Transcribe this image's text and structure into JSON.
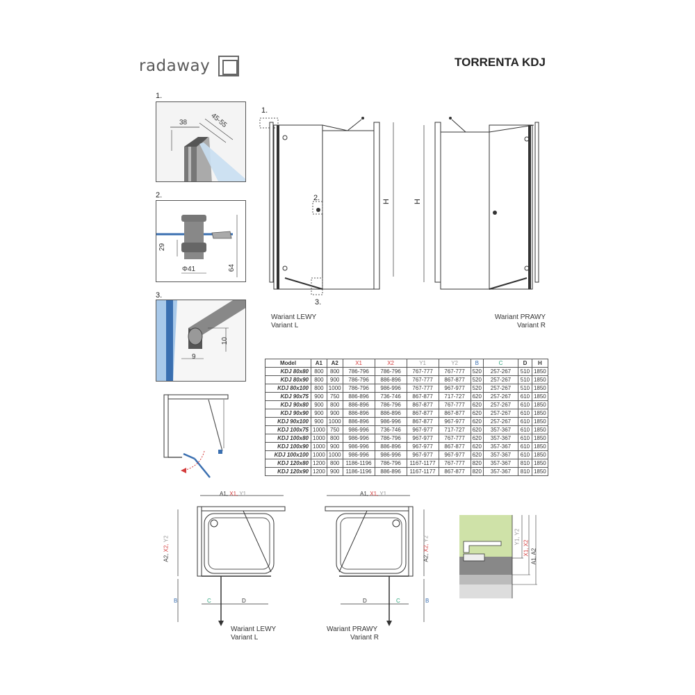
{
  "header": {
    "brand": "radaway",
    "product": "TORRENTA KDJ"
  },
  "details": {
    "d1": {
      "num": "1.",
      "w": "38",
      "w2": "45-55"
    },
    "d2": {
      "num": "2.",
      "h1": "29",
      "dia": "Φ41",
      "h2": "64"
    },
    "d3": {
      "num": "3.",
      "h": "10",
      "w": "9"
    }
  },
  "elevation": {
    "callout1": "1.",
    "callout2": "2.",
    "callout3": "3.",
    "h_left": "H",
    "h_right": "H",
    "left_line1": "Wariant LEWY",
    "left_line2": "Variant L",
    "right_line1": "Wariant PRAWY",
    "right_line2": "Variant R"
  },
  "table": {
    "headers": [
      "Model",
      "A1",
      "A2",
      "X1",
      "X2",
      "Y1",
      "Y2",
      "B",
      "C",
      "D",
      "H"
    ],
    "rows": [
      [
        "KDJ 80x80",
        "800",
        "800",
        "786-796",
        "786-796",
        "767-777",
        "767-777",
        "520",
        "257-267",
        "510",
        "1850"
      ],
      [
        "KDJ 80x90",
        "800",
        "900",
        "786-796",
        "886-896",
        "767-777",
        "867-877",
        "520",
        "257-267",
        "510",
        "1850"
      ],
      [
        "KDJ 80x100",
        "800",
        "1000",
        "786-796",
        "986-996",
        "767-777",
        "967-977",
        "520",
        "257-267",
        "510",
        "1850"
      ],
      [
        "KDJ 90x75",
        "900",
        "750",
        "886-896",
        "736-746",
        "867-877",
        "717-727",
        "620",
        "257-267",
        "610",
        "1850"
      ],
      [
        "KDJ 90x80",
        "900",
        "800",
        "886-896",
        "786-796",
        "867-877",
        "767-777",
        "620",
        "257-267",
        "610",
        "1850"
      ],
      [
        "KDJ 90x90",
        "900",
        "900",
        "886-896",
        "886-896",
        "867-877",
        "867-877",
        "620",
        "257-267",
        "610",
        "1850"
      ],
      [
        "KDJ 90x100",
        "900",
        "1000",
        "886-896",
        "986-996",
        "867-877",
        "967-977",
        "620",
        "257-267",
        "610",
        "1850"
      ],
      [
        "KDJ 100x75",
        "1000",
        "750",
        "986-996",
        "736-746",
        "967-977",
        "717-727",
        "620",
        "357-367",
        "610",
        "1850"
      ],
      [
        "KDJ 100x80",
        "1000",
        "800",
        "986-996",
        "786-796",
        "967-977",
        "767-777",
        "620",
        "357-367",
        "610",
        "1850"
      ],
      [
        "KDJ 100x90",
        "1000",
        "900",
        "986-996",
        "886-896",
        "967-977",
        "867-877",
        "620",
        "357-367",
        "610",
        "1850"
      ],
      [
        "KDJ 100x100",
        "1000",
        "1000",
        "986-996",
        "986-996",
        "967-977",
        "967-977",
        "620",
        "357-367",
        "610",
        "1850"
      ],
      [
        "KDJ 120x80",
        "1200",
        "800",
        "1186-1196",
        "786-796",
        "1167-1177",
        "767-777",
        "820",
        "357-367",
        "810",
        "1850"
      ],
      [
        "KDJ 120x90",
        "1200",
        "900",
        "1186-1196",
        "886-896",
        "1167-1177",
        "867-877",
        "820",
        "357-367",
        "810",
        "1850"
      ]
    ]
  },
  "plan": {
    "top_a1": "A1,",
    "top_x1": "X1,",
    "top_y1": "Y1",
    "side_a2": "A2,",
    "side_x2": "X2,",
    "side_y2": "Y2",
    "side_b": "B",
    "c": "C",
    "d": "D",
    "left_line1": "Wariant LEWY",
    "left_line2": "Variant L",
    "right_line1": "Wariant PRAWY",
    "right_line2": "Variant R"
  },
  "profile": {
    "y": "Y1, Y2",
    "x": "X1, X2",
    "a": "A1, A2"
  },
  "colors": {
    "red": "#d43c3c",
    "blue": "#3a6fb0",
    "green": "#2aa37a",
    "gray": "#999999"
  }
}
